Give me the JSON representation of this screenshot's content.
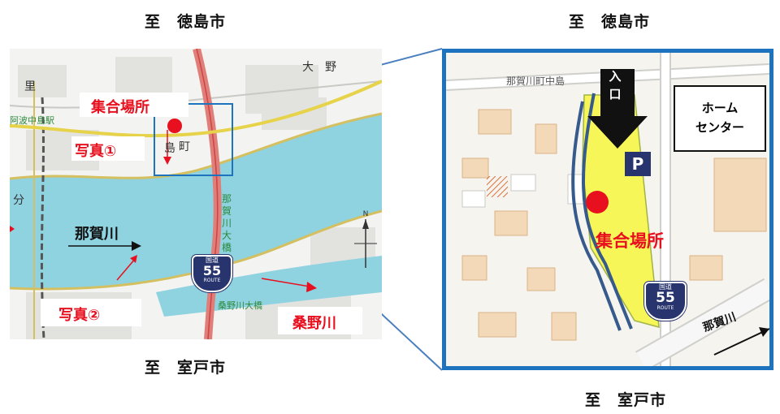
{
  "directions": {
    "left_top": "至　徳島市",
    "left_bottom": "至　室戸市",
    "right_top": "至　徳島市",
    "right_bottom": "至　室戸市"
  },
  "left_map": {
    "meeting_place": "集合場所",
    "photo1": "写真①",
    "photo2": "写真②",
    "river_naka": "那賀川",
    "river_kuwano": "桑野川",
    "station": "阿波中島駅",
    "bridge_vertical": [
      "那",
      "賀",
      "川",
      "大",
      "橋"
    ],
    "bridge_kuwano": "桑野川大橋",
    "place_ono": "大　野",
    "place_sato": "里",
    "place_nakajima": "島",
    "place_machi": "町",
    "place_bu": "分",
    "route_label": "国道",
    "route_number": "55",
    "route_word": "ROUTE"
  },
  "right_map": {
    "entrance": [
      "入",
      "口"
    ],
    "parking": "P",
    "home_center": [
      "ホーム",
      "センター"
    ],
    "meeting_place": "集合場所",
    "area_name": "那賀川町中島",
    "river_naka": "那賀川",
    "route_label": "国道",
    "route_number": "55",
    "route_word": "ROUTE"
  },
  "colors": {
    "water": "#8fd2e0",
    "accent_blue": "#1e73be",
    "red": "#e8101e",
    "highlight_yellow": "#f6f658",
    "route_shield": "#27346e"
  }
}
